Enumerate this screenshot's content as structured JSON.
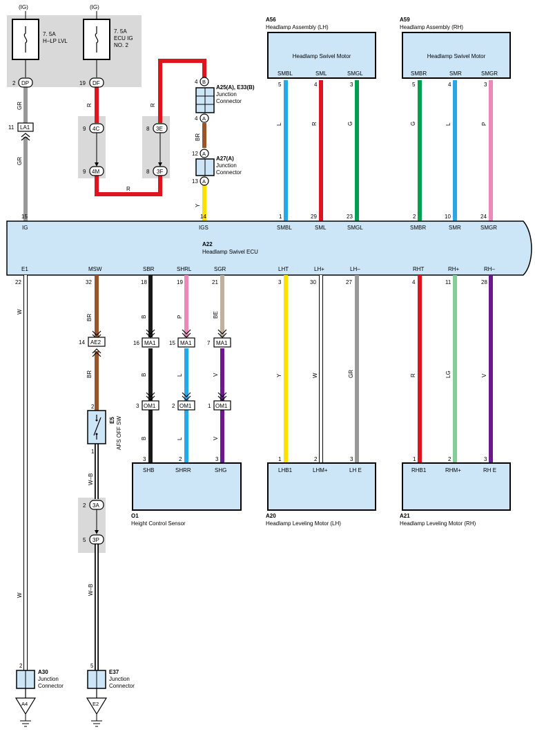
{
  "fuses": {
    "ig_left": "(IG)",
    "ig_right": "(IG)",
    "hlp_amp": "7. 5A",
    "hlp_name": "H–LP LVL",
    "ecu_amp": "7. 5A",
    "ecu_name1": "ECU IG",
    "ecu_name2": "NO. 2"
  },
  "colors": {
    "GR": "#999999",
    "R": "#e0141e",
    "BR": "#9a5428",
    "Y": "#ffe000",
    "L": "#28a8e8",
    "G": "#00a050",
    "P": "#ee88b8",
    "B": "#1a1a1a",
    "BE": "#bfb19d",
    "LG": "#88cc99",
    "V": "#6a1a8c",
    "W": "#ffffff",
    "shade": "#d8d8d8",
    "fill": "#cce6f8"
  },
  "connectors": {
    "dp": "DP",
    "df": "DF",
    "la1": "LA1",
    "c4c": "4C",
    "c4m": "4M",
    "c3e": "3E",
    "c3f": "3F",
    "ae2": "AE2",
    "ma1": "MA1",
    "om1": "OM1",
    "c3a": "3A",
    "c3p": "3P",
    "a": "A",
    "b": "B",
    "a4": "A4",
    "e2": "E2"
  },
  "pins": {
    "dp2": "2",
    "df19": "19",
    "la1_11": "11",
    "c4c_9": "9",
    "c4m_9": "9",
    "c3e_8": "8",
    "c3f_8": "8",
    "a25_4b": "4",
    "a25_4a": "4",
    "a27_12": "12",
    "a27_13": "13",
    "ecu_15": "15",
    "ecu_14": "14",
    "ecu_1": "1",
    "ecu_29": "29",
    "ecu_23": "23",
    "ecu_2": "2",
    "ecu_10": "10",
    "ecu_24": "24",
    "a56_5": "5",
    "a56_4": "4",
    "a56_3": "3",
    "a59_5": "5",
    "a59_4": "4",
    "a59_3": "3",
    "ecu_22": "22",
    "ecu_32": "32",
    "ecu_18": "18",
    "ecu_19": "19",
    "ecu_21": "21",
    "ecu_3": "3",
    "ecu_30": "30",
    "ecu_27": "27",
    "ecu_4": "4",
    "ecu_11": "11",
    "ecu_28": "28",
    "ae2_14": "14",
    "ma1_16": "16",
    "ma1_15": "15",
    "ma1_7": "7",
    "om1_3": "3",
    "om1_2": "2",
    "om1_1": "1",
    "e5_2": "2",
    "e5_1": "1",
    "c3a_2": "2",
    "c3p_5": "5",
    "o1_3": "3",
    "o1_2": "2",
    "o1_3b": "3",
    "a20_1": "1",
    "a20_2": "2",
    "a20_3": "3",
    "a21_1": "1",
    "a21_2": "2",
    "a21_3": "3",
    "a30_2": "2",
    "e37_5": "5"
  },
  "wires": {
    "gr": "GR",
    "r": "R",
    "br": "BR",
    "y": "Y",
    "l": "L",
    "g": "G",
    "p": "P",
    "w": "W",
    "b": "B",
    "be": "BE",
    "v": "V",
    "lg": "LG",
    "wb": "W–B"
  },
  "components": {
    "a25_name": "A25(A), E33(B)",
    "a27_name": "A27(A)",
    "jc_line1": "Junction",
    "jc_line2": "Connector",
    "a56_id": "A56",
    "a56_name": "Headlamp Assembly (LH)",
    "a59_id": "A59",
    "a59_name": "Headlamp Assembly (RH)",
    "swivel_motor": "Headlamp Swivel Motor",
    "a22_id": "A22",
    "a22_name": "Headlamp Swivel ECU",
    "e5_id": "E5",
    "e5_name": "AFS OFF SW",
    "o1_id": "O1",
    "o1_name": "Height Control Sensor",
    "a20_id": "A20",
    "a20_name": "Headlamp Leveling Motor (LH)",
    "a21_id": "A21",
    "a21_name": "Headlamp Leveling Motor (RH)",
    "a30_id": "A30",
    "e37_id": "E37"
  },
  "terminals": {
    "smbl": "SMBL",
    "sml": "SML",
    "smgl": "SMGL",
    "smbr": "SMBR",
    "smr": "SMR",
    "smgr": "SMGR",
    "ig": "IG",
    "igs": "IGS",
    "e1": "E1",
    "msw": "MSW",
    "sbr": "SBR",
    "shrl": "SHRL",
    "sgr": "SGR",
    "lht": "LHT",
    "lhp": "LH+",
    "lhm": "LH–",
    "rht": "RHT",
    "rhp": "RH+",
    "rhm": "RH–",
    "shb": "SHB",
    "shrr": "SHRR",
    "shg": "SHG",
    "lhb1": "LHB1",
    "lhmp": "LHM+",
    "lhe": "LH E",
    "rhb1": "RHB1",
    "rhmp": "RHM+",
    "rhe": "RH E"
  }
}
